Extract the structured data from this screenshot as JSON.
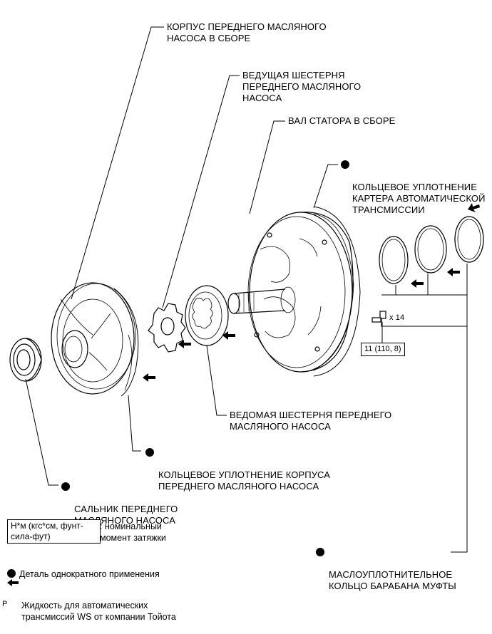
{
  "labels": {
    "pump_body": "КОРПУС ПЕРЕДНЕГО МАСЛЯНОГО\nНАСОСА В СБОРЕ",
    "drive_gear": "ВЕДУЩАЯ ШЕСТЕРНЯ\nПЕРЕДНЕГО МАСЛЯНОГО\nНАСОСА",
    "stator_shaft": "ВАЛ СТАТОРА В СБОРЕ",
    "case_oring": "КОЛЬЦЕВОЕ УПЛОТНЕНИЕ\nКАРТЕРА АВТОМАТИЧЕСКОЙ\nТРАНСМИССИИ",
    "driven_gear": "ВЕДОМАЯ ШЕСТЕРНЯ ПЕРЕДНЕГО\nМАСЛЯНОГО НАСОСА",
    "body_oring": "КОЛЬЦЕВОЕ УПЛОТНЕНИЕ КОРПУСА\nПЕРЕДНЕГО МАСЛЯНОГО НАСОСА",
    "oil_seal": "САЛЬНИК ПЕРЕДНЕГО\nМАСЛЯНОГО НАСОСА",
    "clutch_rings": "МАСЛОУПЛОТНИТЕЛЬНОЕ\nКОЛЬЦО БАРАБАНА МУФТЫ"
  },
  "bolt": {
    "quantity": "x 14",
    "torque": "11 (110, 8)"
  },
  "legend": {
    "units_box": "Н*м (кгс*см, фунт-\nсила-фут)",
    "units_desc": ": номинальный\n  момент затяжки",
    "non_reusable": "Деталь однократного применения",
    "fluid": "Жидкость для автоматических\nтрансмиссий WS от компании Тойота"
  },
  "corner_mark": "P"
}
